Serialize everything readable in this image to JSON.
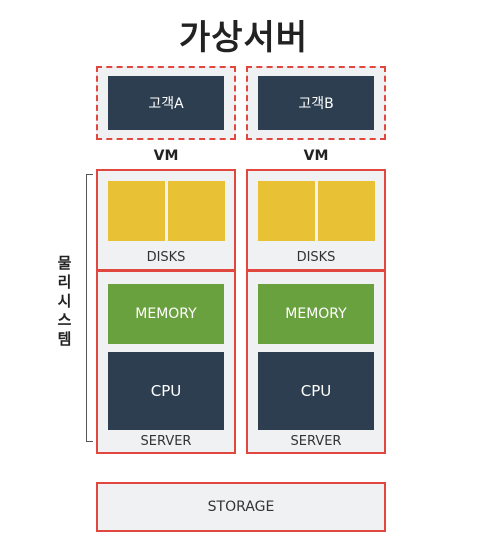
{
  "title": "가상서버",
  "vms": [
    {
      "guest_label": "고객A",
      "vm_label": "VM"
    },
    {
      "guest_label": "고객B",
      "vm_label": "VM"
    }
  ],
  "servers": [
    {
      "disks_label": "DISKS",
      "memory_label": "MEMORY",
      "cpu_label": "CPU",
      "server_label": "SERVER"
    },
    {
      "disks_label": "DISKS",
      "memory_label": "MEMORY",
      "cpu_label": "CPU",
      "server_label": "SERVER"
    }
  ],
  "physical_label": "물리시스템",
  "storage_label": "STORAGE",
  "colors": {
    "accent_red": "#e0473f",
    "navy": "#2c3e50",
    "disk_yellow": "#e8c234",
    "memory_green": "#6aa13f",
    "panel_gray": "#f0f1f3"
  }
}
